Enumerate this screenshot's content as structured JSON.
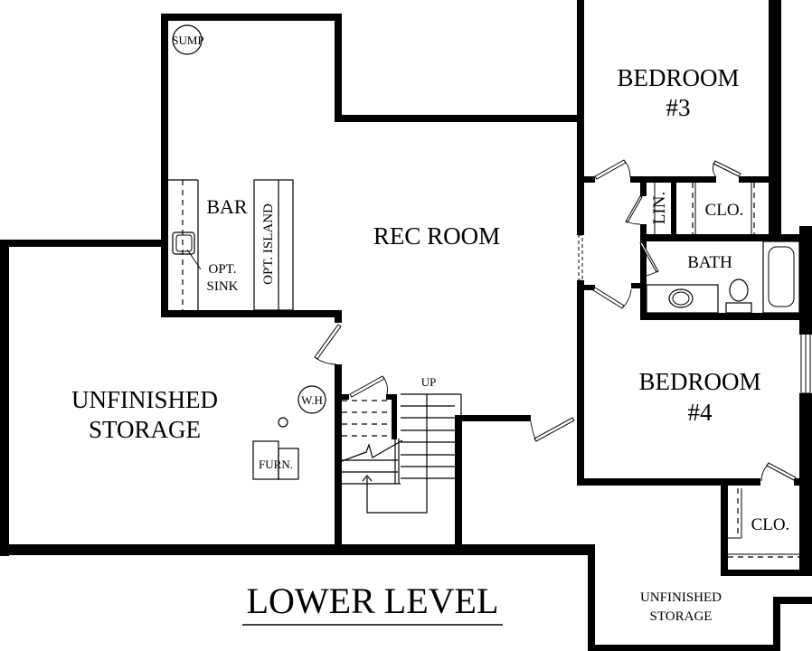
{
  "title": "LOWER LEVEL",
  "rooms": {
    "bedroom3": {
      "name": "BEDROOM",
      "number": "#3"
    },
    "bedroom4": {
      "name": "BEDROOM",
      "number": "#4"
    },
    "rec_room": "REC ROOM",
    "bar": "BAR",
    "opt_island": "OPT. ISLAND",
    "opt_sink": {
      "line1": "OPT.",
      "line2": "SINK"
    },
    "unfinished_storage_main": {
      "line1": "UNFINISHED",
      "line2": "STORAGE"
    },
    "unfinished_storage_small": {
      "line1": "UNFINISHED",
      "line2": "STORAGE"
    },
    "bath": "BATH",
    "linen": "LIN.",
    "closet_bed3": "CLO.",
    "closet_bed4": "CLO."
  },
  "fixtures": {
    "sump": "SUMP",
    "water_heater": "W.H",
    "furnace": "FURN.",
    "stairs_direction": "UP"
  }
}
